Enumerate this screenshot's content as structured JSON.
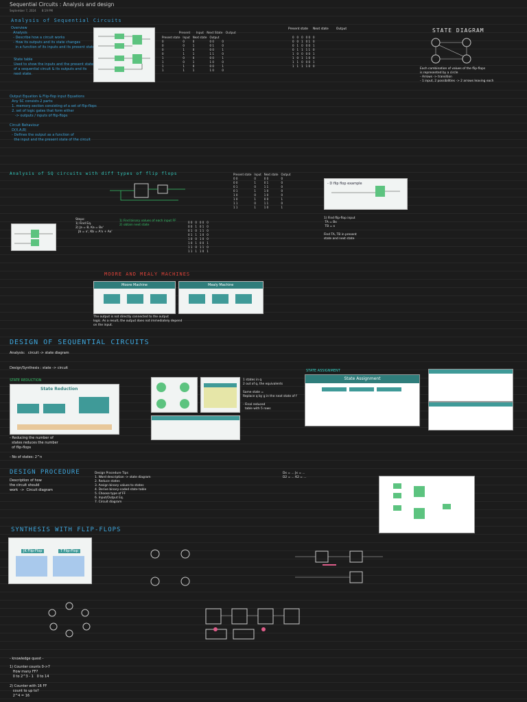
{
  "header": {
    "title": "Sequential Circuits : Analysis and design",
    "date": "September 7, 2024",
    "time": "8:19 PM"
  },
  "sections": {
    "analysis": "Analysis of Sequential Circuits",
    "moore_mealy": "MOORE AND MEALY MACHINES",
    "design": "DESIGN OF SEQUENTIAL CIRCUITS",
    "design_procedure": "DESIGN PROCEDURE",
    "synthesis": "SYNTHESIS WITH FLIP-FLOPS",
    "state_diagram": "STATE DIAGRAM",
    "state_reduction": "STATE REDUCTION",
    "state_assignment": "STATE ASSIGNMENT",
    "knowledge_quest": "- knowledge quest -"
  },
  "notes": {
    "analysis_lines": "Overview\n  Analysis\n  - Describe how a circuit works\n  - How its outputs and its state changes\n    in a function of its inputs and its present state",
    "state_table": "State table\nUsed to show the inputs and the present state\nof a sequential circuit & its outputs and its\nnext state.",
    "output_eq": "Output Equation & Flip-flop input Equations\n  Any SC consists 2 parts:\n  1. memory section consisting of a set of flip-flops\n  2. set of logic gates that form either\n     -> outputs / inputs of flip-flops",
    "circuit_behaviour": "Circuit Behaviour\n  D(X,A,B)\n  - Defines the output as a function of\n    the input and the present state of the circuit",
    "analysis_dff": "Analysis of SQ circuits with diff types of flip flops",
    "design_synth": "Design/Synthesis : state -> circuit",
    "reduction_note": "- Reducing the number of\n  states reduces the number\n  of flip-flops\n\n- No of states: 2^n",
    "procedure_text": "Description of how\nthe circuit should\nwork  ->  Circuit diagram",
    "procedure_steps": "Design Procedure Tips\n1. Word description -> state diagram\n2. Reduce states\n3. Assign binary values to states\n4. Derive binary-coded state table\n5. Choose type of FF\n6. Input/Output Eq.\n7. Circuit diagram",
    "synth_eqs": "Dx = ... Jx = ...\nD2 = ... K2 = ...",
    "quest_lines": "1) Counter counts 0->7\n   How many FF?\n   0 to 2^3 - 1   0 to 14\n\n2) Counter with 16 FF\n   count to up to?\n   2^4 = 16"
  },
  "tables": {
    "state_table_headers": [
      "Present state",
      "Input",
      "Next state",
      "Output"
    ],
    "state_table_rows": [
      [
        "0",
        "0",
        "0",
        "0 0",
        "0"
      ],
      [
        "0",
        "0",
        "1",
        "0 1",
        "0"
      ],
      [
        "0",
        "1",
        "0",
        "0 0",
        "1"
      ],
      [
        "0",
        "1",
        "1",
        "1 1",
        "0"
      ],
      [
        "1",
        "0",
        "0",
        "0 0",
        "1"
      ],
      [
        "1",
        "0",
        "1",
        "1 0",
        "0"
      ],
      [
        "1",
        "1",
        "0",
        "0 0",
        "1"
      ],
      [
        "1",
        "1",
        "1",
        "1 0",
        "0"
      ]
    ],
    "mid_headers": [
      "Present state",
      "Input",
      "Next state",
      "Output"
    ],
    "mid_rows": [
      [
        "0 0",
        "0",
        "0 0",
        "0"
      ],
      [
        "0 0",
        "1",
        "0 1",
        "0"
      ],
      [
        "0 1",
        "0",
        "1 1",
        "0"
      ],
      [
        "0 1",
        "1",
        "1 0",
        "0"
      ],
      [
        "1 0",
        "0",
        "1 0",
        "0"
      ],
      [
        "1 0",
        "1",
        "0 0",
        "1"
      ],
      [
        "1 1",
        "0",
        "1 1",
        "0"
      ],
      [
        "1 1",
        "1",
        "1 0",
        "1"
      ]
    ]
  },
  "thumbs": {
    "state_reduction": "State Reduction",
    "state_assignment": "State Assignment",
    "moore": "Moore Machine",
    "mealy": "Mealy Machine",
    "jk_ff": "JK Flip-Flop",
    "t_ff": "T Flip-Flop"
  },
  "colors": {
    "bg": "#1c1c1c",
    "blue": "#3fa9e0",
    "cyan": "#33d1c4",
    "green": "#37c56a",
    "red": "#e0453b",
    "orange": "#e27b2f"
  }
}
